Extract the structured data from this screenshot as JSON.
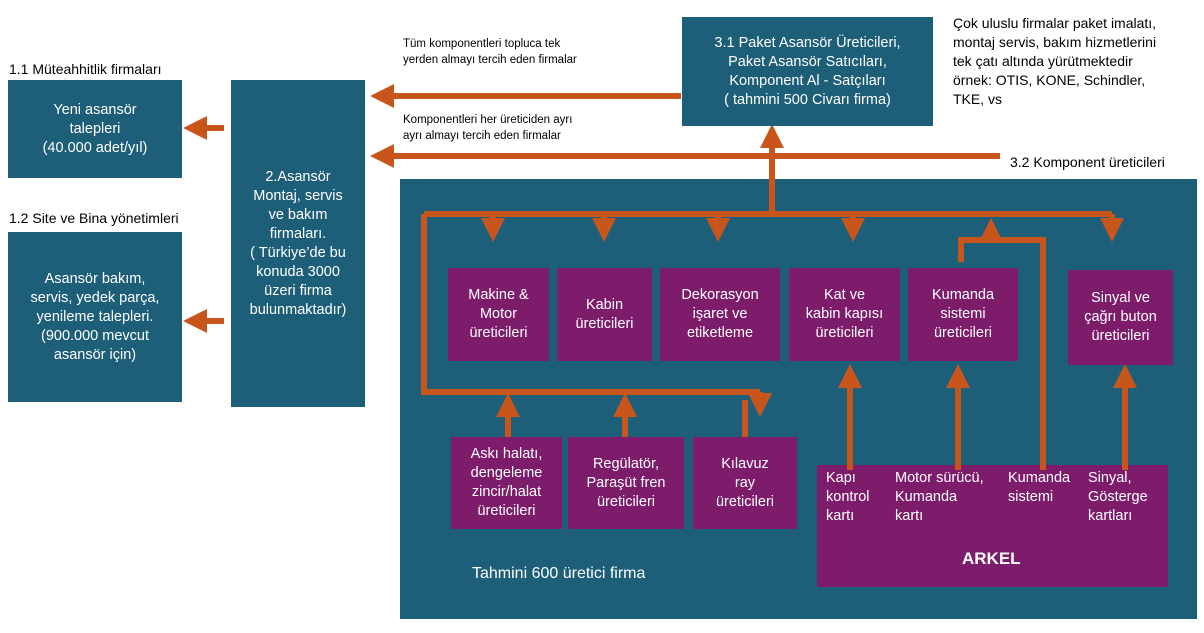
{
  "labels": {
    "section_1_1": "1.1 Müteahhitlik firmaları",
    "section_1_2": "1.2 Site ve Bina yönetimleri",
    "section_3_2": "3.2 Komponent üreticileri",
    "note_top": "Tüm komponentleri topluca tek\nyerden almayı tercih eden firmalar",
    "note_bottom": "Komponentleri her üreticiden ayrı\nayrı almayı tercih eden firmalar",
    "multinational": "Çok uluslu firmalar paket imalatı,\nmontaj servis, bakım hizmetlerini\ntek çatı altında yürütmektedir\nörnek: OTIS, KONE, Schindler,\nTKE, vs",
    "estimate": "Tahmini 600 üretici firma"
  },
  "boxes": {
    "new_elevator": "Yeni asansör\ntalepleri\n(40.000 adet/yıl)",
    "maintenance": "Asansör bakım,\nservis, yedek parça,\nyenileme talepleri.\n(900.000 mevcut\nasansör için)",
    "installers": "2.Asansör\nMontaj, servis\nve bakım\nfirmaları.\n( Türkiye’de bu\nkonuda 3000\nüzeri firma\nbulunmaktadır)",
    "package": "3.1 Paket Asansör Üreticileri,\nPaket Asansör Satıcıları,\nKomponent Al - Satçıları\n( tahmini 500 Civarı firma)"
  },
  "components_top": [
    "Makine &\nMotor\nüreticileri",
    "Kabin\nüreticileri",
    "Dekorasyon\nişaret ve\netiketleme",
    "Kat ve\nkabin kapısı\nüreticileri",
    "Kumanda\nsistemi\nüreticileri",
    "Sinyal ve\nçağrı buton\nüreticileri"
  ],
  "components_bottom": [
    "Askı halatı,\ndengeleme\nzincir/halat\nüreticileri",
    "Regülatör,\nParaşüt fren\nüreticileri",
    "Kılavuz\nray\nüreticileri"
  ],
  "arkel": {
    "title": "ARKEL",
    "items": [
      "Kapı\nkontrol\nkartı",
      "Motor sürücü,\nKumanda\nkartı",
      "Kumanda\nsistemi",
      "Sinyal,\nGösterge\nkartları"
    ]
  },
  "colors": {
    "teal": "#1d5e78",
    "purple": "#7d1c6b",
    "arrow": "#c8561c"
  }
}
